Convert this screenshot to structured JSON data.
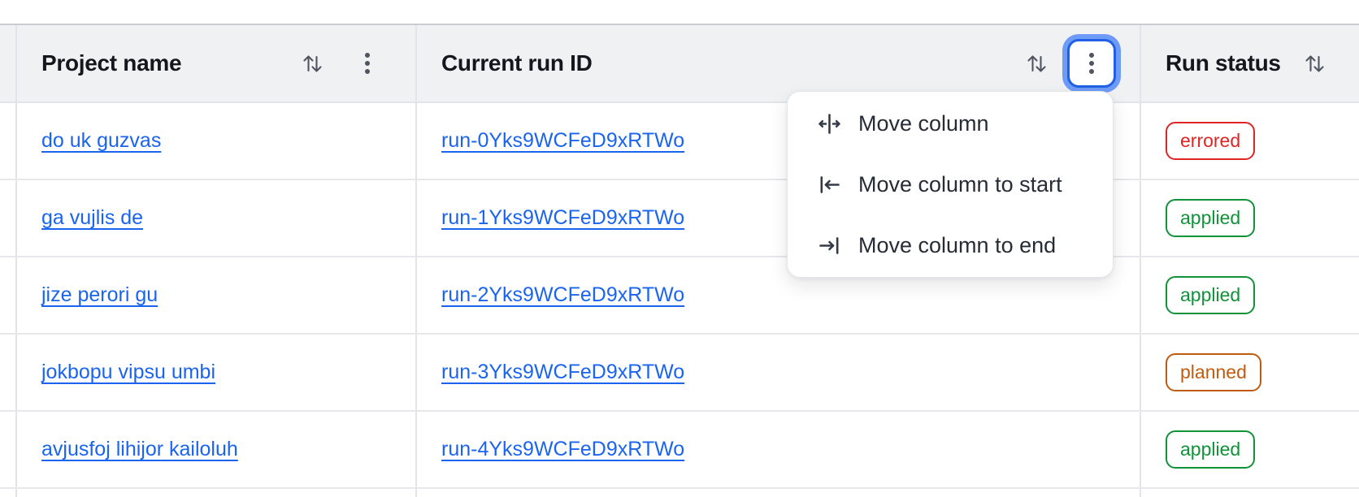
{
  "table": {
    "columns": [
      {
        "label": "Project name"
      },
      {
        "label": "Current run ID"
      },
      {
        "label": "Run status"
      }
    ],
    "rows": [
      {
        "project": "do uk guzvas",
        "run_id": "run-0Yks9WCFeD9xRTWo",
        "status": "errored"
      },
      {
        "project": "ga vujlis de",
        "run_id": "run-1Yks9WCFeD9xRTWo",
        "status": "applied"
      },
      {
        "project": "jize perori gu",
        "run_id": "run-2Yks9WCFeD9xRTWo",
        "status": "applied"
      },
      {
        "project": "jokbopu vipsu umbi",
        "run_id": "run-3Yks9WCFeD9xRTWo",
        "status": "planned"
      },
      {
        "project": "avjusfoj lihijor kailoluh",
        "run_id": "run-4Yks9WCFeD9xRTWo",
        "status": "applied"
      }
    ],
    "status_colors": {
      "errored": "#e02424",
      "applied": "#109338",
      "planned": "#bf5b0f"
    }
  },
  "menu": {
    "items": [
      {
        "label": "Move column",
        "icon": "move-column-icon"
      },
      {
        "label": "Move column to start",
        "icon": "move-column-to-start-icon"
      },
      {
        "label": "Move column to end",
        "icon": "move-column-to-end-icon"
      }
    ]
  },
  "theme": {
    "link_color": "#1a64f0",
    "focus_ring_color": "#2160e4",
    "header_bg": "#f0f1f3",
    "icon_color": "#4f5560"
  }
}
